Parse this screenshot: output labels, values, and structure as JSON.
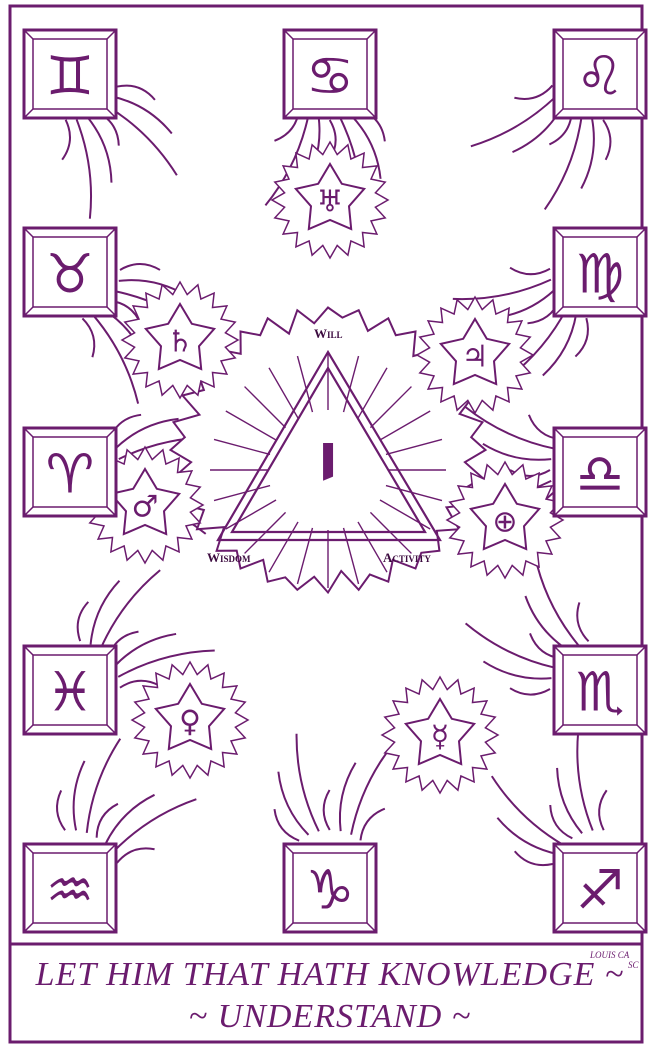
{
  "colors": {
    "ink": "#6b1c6e",
    "paper": "#ffffff",
    "label": "#3d0c40"
  },
  "labels": {
    "top": "Will",
    "left": "Wisdom",
    "right": "Activity"
  },
  "center_letter": "י",
  "zodiac": [
    {
      "name": "gemini",
      "symbol": "♊"
    },
    {
      "name": "cancer",
      "symbol": "♋"
    },
    {
      "name": "leo",
      "symbol": "♌"
    },
    {
      "name": "taurus",
      "symbol": "♉"
    },
    {
      "name": "virgo",
      "symbol": "♍"
    },
    {
      "name": "aries",
      "symbol": "♈"
    },
    {
      "name": "libra",
      "symbol": "♎"
    },
    {
      "name": "pisces",
      "symbol": "♓"
    },
    {
      "name": "scorpio",
      "symbol": "♏"
    },
    {
      "name": "aquarius",
      "symbol": "♒"
    },
    {
      "name": "capricorn",
      "symbol": "♑"
    },
    {
      "name": "sagittarius",
      "symbol": "♐"
    }
  ],
  "planets": [
    {
      "name": "uranus",
      "symbol": "♅"
    },
    {
      "name": "saturn",
      "symbol": "♄"
    },
    {
      "name": "jupiter",
      "symbol": "♃"
    },
    {
      "name": "mars",
      "symbol": "♂"
    },
    {
      "name": "earth",
      "symbol": "⊕"
    },
    {
      "name": "venus",
      "symbol": "♀"
    },
    {
      "name": "mercury",
      "symbol": "☿"
    }
  ],
  "motto": {
    "line1": "LET HIM THAT HATH KNOWLEDGE ~",
    "line2": "~ UNDERSTAND ~"
  },
  "signature": {
    "line1": "LOUIS CA",
    "line2": "SC"
  }
}
